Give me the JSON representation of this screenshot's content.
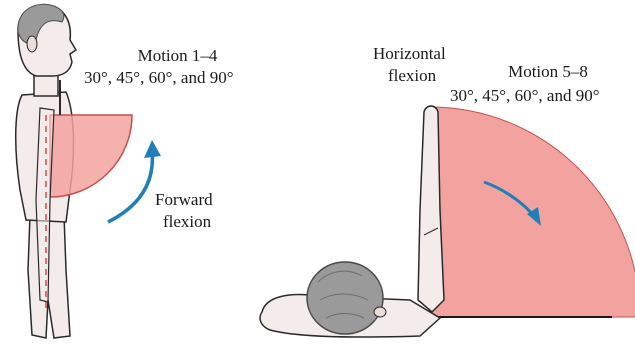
{
  "panel_left": {
    "motion_title": "Motion 1–4",
    "angles": "30°, 45°, 60°, and 90°",
    "movement_line1": "Forward",
    "movement_line2": "flexion"
  },
  "panel_right": {
    "movement_line1": "Horizontal",
    "movement_line2": "flexion",
    "motion_title": "Motion 5–8",
    "angles": "30°, 45°, 60°, and 90°"
  },
  "colors": {
    "sector_fill": "#f2a3a0",
    "sector_stroke": "#c9504c",
    "arrow": "#1f7fb6",
    "skin": "#f4ecea",
    "hair": "#9a9a9a",
    "outline": "#2a2a2a"
  }
}
